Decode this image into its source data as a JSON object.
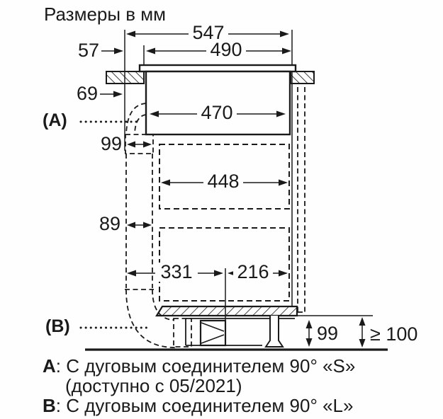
{
  "title": "Размеры в мм",
  "diagram": {
    "dim_overall_depth": "547",
    "dim_cutout_depth": "490",
    "dim_front_offset": "57",
    "dim_outlet_offset": "69",
    "dim_body_depth": "470",
    "dim_duct_upper": "99",
    "dim_mid_section": "448",
    "dim_duct_lower": "89",
    "dim_left_section": "331",
    "dim_right_section": "216",
    "dim_plinth_duct_height": "99",
    "dim_floor_clearance": "≥ 100",
    "label_a": "(A)",
    "label_b": "(B)"
  },
  "notes": {
    "a_letter": "A",
    "a_text": ": С дуговым соединителем 90° «S»",
    "a_sub": "(доступно с 05/2021)",
    "b_letter": "B",
    "b_text": ": С дуговым соединителем 90° «L»"
  }
}
